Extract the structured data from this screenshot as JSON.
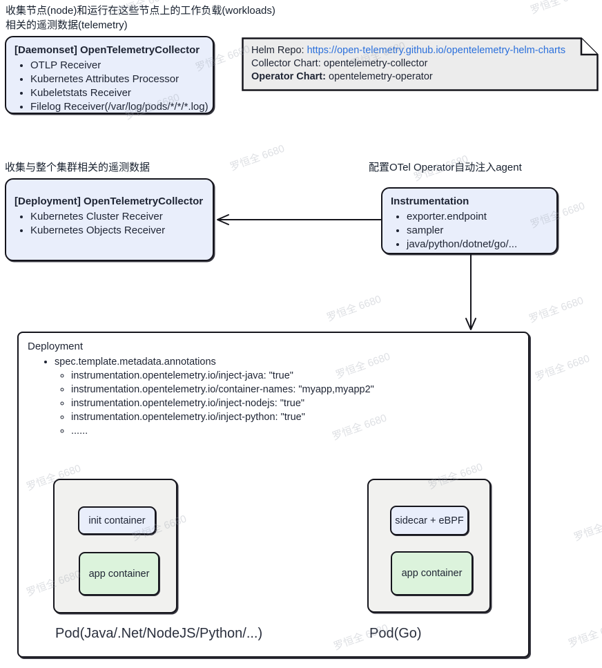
{
  "heading": {
    "line1": "收集节点(node)和运行在这些节点上的工作负载(workloads)",
    "line2": "相关的遥测数据(telemetry)"
  },
  "daemonset_box": {
    "title": "[Daemonset] OpenTelemetryCollector",
    "items": [
      "OTLP Receiver",
      "Kubernetes Attributes Processor",
      "Kubeletstats Receiver",
      "Filelog Receiver(/var/log/pods/*/*/*.log)"
    ]
  },
  "helm_note": {
    "repo_label": "Helm Repo: ",
    "repo_url": "https://open-telemetry.github.io/opentelemetry-helm-charts",
    "collector_label": "Collector Chart: ",
    "collector_value": "opentelemetry-collector",
    "operator_label": "Operator Chart: ",
    "operator_value": "opentelemetry-operator"
  },
  "cluster_label": "收集与整个集群相关的遥测数据",
  "deployment_collector_box": {
    "title": "[Deployment] OpenTelemetryCollector",
    "items": [
      "Kubernetes Cluster Receiver",
      "Kubernetes Objects Receiver"
    ]
  },
  "operator_label": "配置OTel Operator自动注入agent",
  "instrumentation_box": {
    "title": "Instrumentation",
    "items": [
      "exporter.endpoint",
      "sampler",
      "java/python/dotnet/go/..."
    ]
  },
  "deployment_frame": {
    "title": "Deployment",
    "bullet": "spec.template.metadata.annotations",
    "annotations": [
      "instrumentation.opentelemetry.io/inject-java: \"true\"",
      "instrumentation.opentelemetry.io/container-names: \"myapp,myapp2\"",
      "instrumentation.opentelemetry.io/inject-nodejs: \"true\"",
      "instrumentation.opentelemetry.io/inject-python: \"true\"",
      "......"
    ],
    "pod_left": {
      "container1": "init container",
      "container2": "app container",
      "label": "Pod(Java/.Net/NodeJS/Python/...)"
    },
    "pod_right": {
      "container1": "sidecar + eBPF",
      "container2": "app container",
      "label": "Pod(Go)"
    }
  },
  "watermark": {
    "text": "罗恒全 6680"
  },
  "colors": {
    "node_fill": "#e9eefb",
    "note_fill": "#ececec",
    "pod_fill": "#f1f1ef",
    "container_green": "#dcf3dc",
    "link_blue": "#2a6fdb",
    "stroke": "#15151c"
  }
}
